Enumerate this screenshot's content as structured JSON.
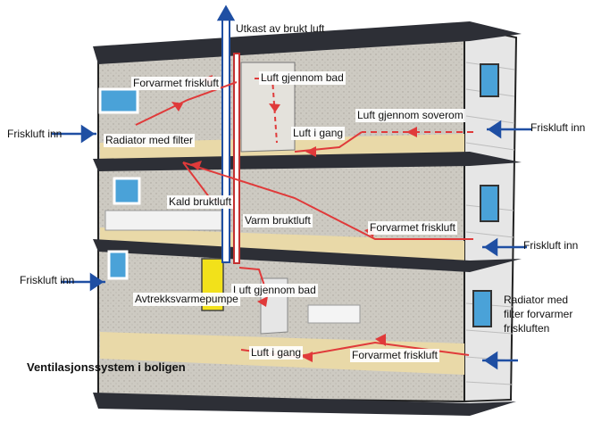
{
  "title": "Ventilasjonssystem i boligen",
  "colors": {
    "fresh_air_arrow": "#1f4fa3",
    "warm_air_arrow": "#e03a3a",
    "wall": "#c9c6bd",
    "floor": "#e9d9a8",
    "slab": "#2d2f36",
    "heat_pump": "#f2e11a"
  },
  "labels": {
    "exhaust_out": "Utkast av brukt luft",
    "preheated_top": "Forvarmet friskluft",
    "air_bath_top": "Luft gjennom bad",
    "air_bedroom": "Luft gjennom soverom",
    "fresh_in_top_left": "Friskluft inn",
    "radiator_filter": "Radiator med filter",
    "air_hall_top": "Luft i gang",
    "fresh_in_top_right": "Friskluft inn",
    "cold_exhaust": "Kald bruktluft",
    "warm_exhaust": "Varm bruktluft",
    "preheated_mid": "Forvarmet friskluft",
    "fresh_in_mid_right": "Friskluft inn",
    "fresh_in_bottom_left": "Friskluft inn",
    "air_bath_bottom": "Luft gjennom bad",
    "heat_pump": "Avtrekksvarmepumpe",
    "radiator_preheats": "Radiator med filter forvarmer friskluften",
    "air_hall_bottom": "Luft i gang",
    "preheated_bottom": "Forvarmet friskluft"
  }
}
